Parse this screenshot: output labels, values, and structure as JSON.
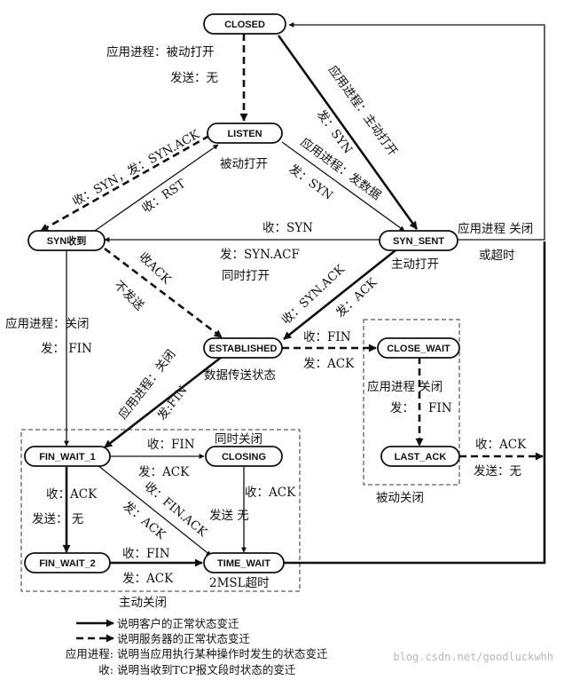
{
  "states": {
    "closed": "CLOSED",
    "listen": "LISTEN",
    "syn_rcvd": "SYN收到",
    "syn_sent": "SYN_SENT",
    "established": "ESTABLISHED",
    "close_wait": "CLOSE_WAIT",
    "last_ack": "LAST_ACK",
    "fin_wait_1": "FIN_WAIT_1",
    "closing": "CLOSING",
    "fin_wait_2": "FIN_WAIT_2",
    "time_wait": "TIME_WAIT"
  },
  "captions": {
    "listen": "被动打开",
    "syn_sent": "主动打开",
    "established": "数据传送状态",
    "simultaneous_open": "同时打开",
    "simultaneous_close": "同时关闭",
    "time_wait": "2MSL超时",
    "passive_close": "被动关闭",
    "active_close": "主动关闭"
  },
  "labels": {
    "closed_listen_1": "应用进程：被动打开",
    "closed_listen_2": "发送：无",
    "closed_synsent_1": "应用进程：主动打开",
    "closed_synsent_2": "发：SYN",
    "listen_synsent_1": "应用进程：发数据",
    "listen_synsent_2": "发：SYN",
    "listen_synrcvd_1": "收：SYN，发：SYN.ACK",
    "synrcvd_listen_1": "收：RST",
    "synsent_synrcvd_1": "收：SYN",
    "synsent_synrcvd_2": "发：SYN.ACF",
    "synsent_closed_1": "应用进程 关闭",
    "synsent_closed_2": "或超时",
    "synrcvd_est_1": "收ACK",
    "synrcvd_est_2": "不发送",
    "synsent_est_1": "收：SYN.ACK",
    "synsent_est_2": "发：ACK",
    "synrcvd_fw1_1": "应用进程：关闭",
    "synrcvd_fw1_2": "发： FIN",
    "est_closewait_1": "收：FIN",
    "est_closewait_2": "发：ACK",
    "closewait_lastack_1": "应用进程 关闭",
    "closewait_lastack_2": "发：",
    "closewait_lastack_3": "FIN",
    "lastack_closed_1": "收：ACK",
    "lastack_closed_2": "发送：无",
    "est_fw1_1": "应用进程：关闭",
    "est_fw1_2": "发:FIN",
    "fw1_closing_1": "收：FIN",
    "fw1_closing_2": "发：ACK",
    "fw1_timewait_1": "收：FIN.ACK",
    "fw1_timewait_2": "发：ACK",
    "fw1_fw2_1": "收：ACK",
    "fw1_fw2_2": "发送： 无",
    "closing_timewait_1": "收：ACK",
    "closing_timewait_2": "发送 无",
    "fw2_timewait_1": "收：FIN",
    "fw2_timewait_2": "发：ACK"
  },
  "legend": {
    "solid": "说明客户的正常状态变迁",
    "dashed": "说明服务器的正常状态变迁",
    "app_prefix": "应用进程:",
    "app_desc": "说明当应用执行某种操作时发生的状态变迁",
    "recv_prefix": "收:",
    "recv_desc": "说明当收到TCP报文段时状态的变迁"
  },
  "watermark": "blog.csdn.net/goodluckwhh"
}
